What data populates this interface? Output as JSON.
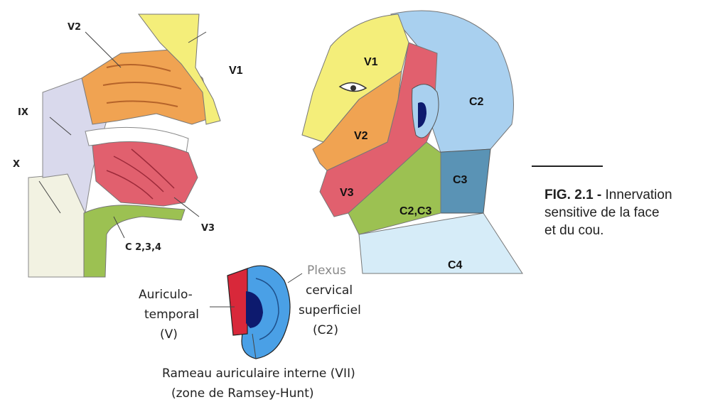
{
  "caption": {
    "figure_id": "FIG. 2.1 -",
    "text_line1": "Innervation",
    "text_line2": "sensitive de la face",
    "text_line3": "et du cou."
  },
  "sagittal": {
    "labels": {
      "v2": "V2",
      "v1": "V1",
      "ix": "IX",
      "x": "X",
      "v3": "V3",
      "c234": "C 2,3,4"
    }
  },
  "profile": {
    "labels": {
      "v1": "V1",
      "v2": "V2",
      "v3": "V3",
      "c2": "C2",
      "c3": "C3",
      "c2c3": "C2,C3",
      "c4": "C4"
    }
  },
  "ear": {
    "left_label_lines": [
      "Auriculo-",
      "temporal",
      "(V)"
    ],
    "right_label_lines": [
      "Plexus",
      "cervical",
      "superficiel",
      "(C2)"
    ],
    "bottom_label_lines": [
      "Rameau auriculaire interne (VII)",
      "(zone de Ramsey-Hunt)"
    ]
  },
  "colors": {
    "v1": "#f4ee7a",
    "v2": "#f0a352",
    "v3": "#e1606e",
    "c2": "#a9d0ef",
    "c3": "#5a93b5",
    "c2c3": "#9cc152",
    "c4": "#d6ecf8",
    "ix": "#d9d9ec",
    "x": "#f2f2e2",
    "ear_red": "#d8283a",
    "ear_blue": "#4aa0e6",
    "ear_dark": "#0d1a6e"
  }
}
